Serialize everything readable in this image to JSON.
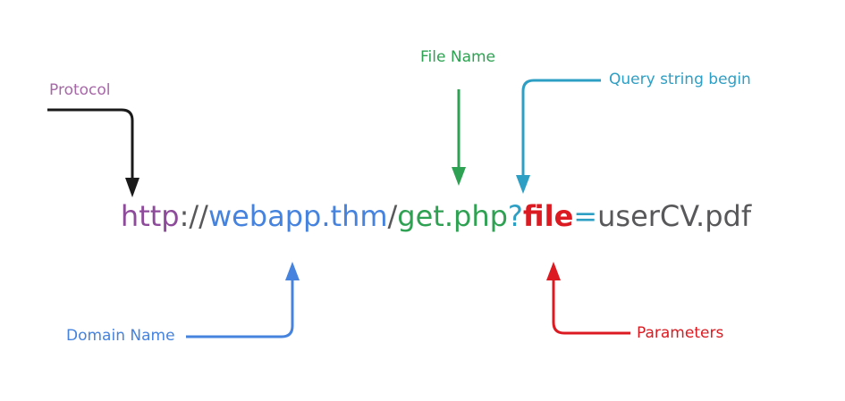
{
  "annotations": {
    "protocol": {
      "label": "Protocol",
      "label_color": "#A768A8",
      "arrow_color": "#1A1A1A"
    },
    "file_name": {
      "label": "File Name",
      "color": "#2EA152"
    },
    "query_string": {
      "label": "Query string begin",
      "color": "#2D9FC5"
    },
    "domain_name": {
      "label": "Domain Name",
      "color": "#4583DE"
    },
    "parameters": {
      "label": "Parameters",
      "color": "#DB1B21"
    }
  },
  "url": {
    "full": "http://webapp.thm/get.php?file=userCV.pdf",
    "segments": [
      {
        "name": "protocol",
        "text": "http",
        "color": "#8E4A9B",
        "bold": false
      },
      {
        "name": "scheme-separator",
        "text": "://",
        "color": "#58585A",
        "bold": false
      },
      {
        "name": "domain-name",
        "text": "webapp.thm",
        "color": "#4583DE",
        "bold": false
      },
      {
        "name": "path-separator",
        "text": "/",
        "color": "#58585A",
        "bold": false
      },
      {
        "name": "file-name",
        "text": "get.php",
        "color": "#2EA152",
        "bold": false
      },
      {
        "name": "query-begin",
        "text": "?",
        "color": "#2D9FC5",
        "bold": false
      },
      {
        "name": "parameter-name",
        "text": "file",
        "color": "#DB1B21",
        "bold": true
      },
      {
        "name": "equals-sign",
        "text": "=",
        "color": "#2D9FC5",
        "bold": false
      },
      {
        "name": "parameter-value",
        "text": "userCV.pdf",
        "color": "#58585A",
        "bold": false
      }
    ]
  }
}
